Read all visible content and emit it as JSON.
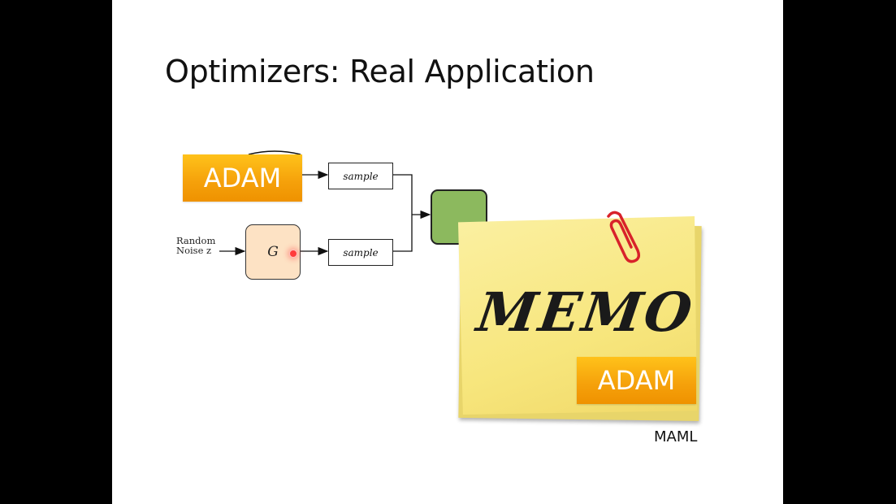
{
  "slide": {
    "title": "Optimizers: Real Application",
    "diagram": {
      "adam_top_label": "ADAM",
      "sample_top_label": "sample",
      "sample_bottom_label": "sample",
      "generator_label": "G",
      "noise_label_line1": "Random",
      "noise_label_line2": "Noise z"
    },
    "memo": {
      "text": "MEMO",
      "adam_label": "ADAM"
    },
    "footer_label": "MAML"
  },
  "colors": {
    "adam_orange": "#f5a00a",
    "memo_yellow": "#f7e67d",
    "generator_fill": "#fde2c4",
    "discriminator_fill": "#8cb95e",
    "pointer_red": "#ff3b3b"
  }
}
